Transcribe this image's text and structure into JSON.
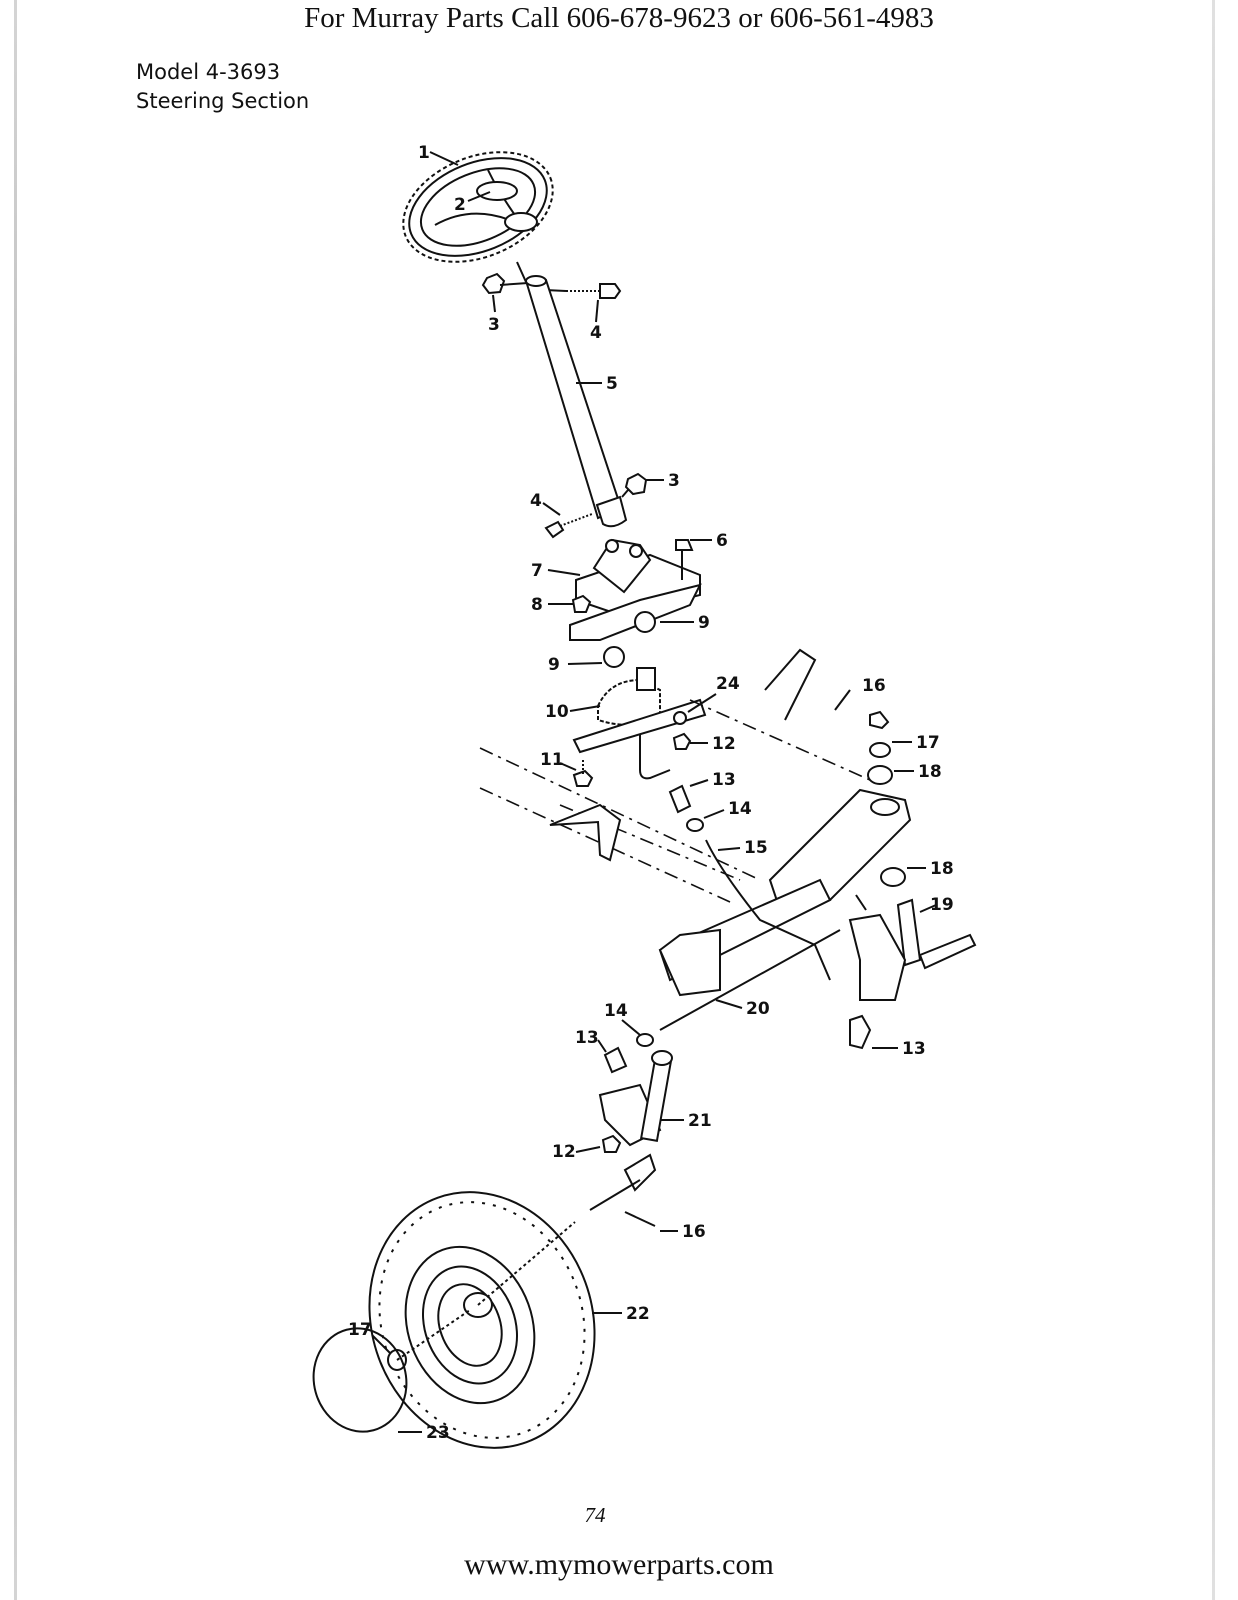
{
  "header": {
    "text": "For Murray Parts Call 606-678-9623 or 606-561-4983"
  },
  "title": {
    "model": "Model 4-3693",
    "section": "Steering Section"
  },
  "callouts": [
    {
      "id": "c1",
      "label": "1"
    },
    {
      "id": "c2",
      "label": "2"
    },
    {
      "id": "c3a",
      "label": "3"
    },
    {
      "id": "c4a",
      "label": "4"
    },
    {
      "id": "c5",
      "label": "5"
    },
    {
      "id": "c3b",
      "label": "3"
    },
    {
      "id": "c4b",
      "label": "4"
    },
    {
      "id": "c6",
      "label": "6"
    },
    {
      "id": "c7",
      "label": "7"
    },
    {
      "id": "c8",
      "label": "8"
    },
    {
      "id": "c9a",
      "label": "9"
    },
    {
      "id": "c9b",
      "label": "9"
    },
    {
      "id": "c24",
      "label": "24"
    },
    {
      "id": "c10",
      "label": "10"
    },
    {
      "id": "c16a",
      "label": "16"
    },
    {
      "id": "c17a",
      "label": "17"
    },
    {
      "id": "c12a",
      "label": "12"
    },
    {
      "id": "c11",
      "label": "11"
    },
    {
      "id": "c18a",
      "label": "18"
    },
    {
      "id": "c13a",
      "label": "13"
    },
    {
      "id": "c14a",
      "label": "14"
    },
    {
      "id": "c15",
      "label": "15"
    },
    {
      "id": "c18b",
      "label": "18"
    },
    {
      "id": "c19",
      "label": "19"
    },
    {
      "id": "c20",
      "label": "20"
    },
    {
      "id": "c14b",
      "label": "14"
    },
    {
      "id": "c13b",
      "label": "13"
    },
    {
      "id": "c13c",
      "label": "13"
    },
    {
      "id": "c21",
      "label": "21"
    },
    {
      "id": "c12b",
      "label": "12"
    },
    {
      "id": "c16b",
      "label": "16"
    },
    {
      "id": "c22",
      "label": "22"
    },
    {
      "id": "c17b",
      "label": "17"
    },
    {
      "id": "c23",
      "label": "23"
    }
  ],
  "page_number": "74",
  "footer": {
    "text": "www.mymowerparts.com"
  }
}
